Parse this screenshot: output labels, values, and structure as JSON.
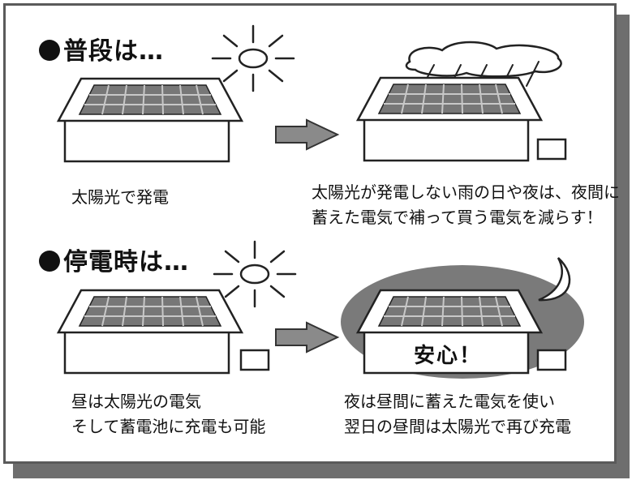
{
  "sections": [
    {
      "heading": "普段は…",
      "left_caption": "太陽光で発電",
      "right_caption_line1": "太陽光が発電しない雨の日や夜は、夜間に",
      "right_caption_line2": "蓄えた電気で補って買う電気を減らす！"
    },
    {
      "heading": "停電時は…",
      "left_caption_line1": "昼は太陽光の電気",
      "left_caption_line2": "そして蓄電池に充電も可能",
      "right_caption_line1": "夜は昼間に蓄えた電気を使い",
      "right_caption_line2": "翌日の昼間は太陽光で再び充電",
      "badge": "安心！"
    }
  ]
}
